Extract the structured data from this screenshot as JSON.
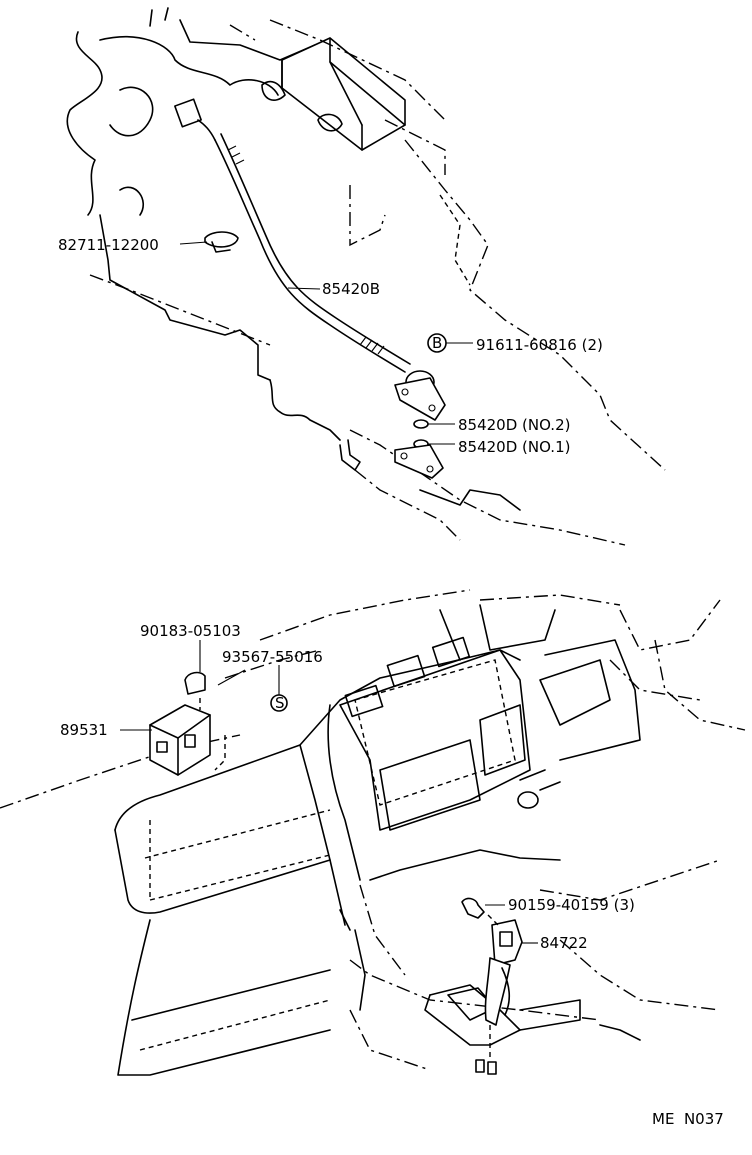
{
  "diagram_code": "ME  N037",
  "parts": [
    {
      "id": "p1",
      "text": "82711-12200"
    },
    {
      "id": "p2",
      "text": "85420B"
    },
    {
      "id": "p3",
      "text": "91611-60816 (2)",
      "marker": "B"
    },
    {
      "id": "p4",
      "text": "85420D (NO.2)"
    },
    {
      "id": "p5",
      "text": "85420D (NO.1)"
    },
    {
      "id": "p6",
      "text": "90183-05103"
    },
    {
      "id": "p7",
      "text": "93567-55016",
      "marker": "S"
    },
    {
      "id": "p8",
      "text": "89531"
    },
    {
      "id": "p9",
      "text": "90159-40159 (3)"
    },
    {
      "id": "p10",
      "text": "84722"
    }
  ]
}
